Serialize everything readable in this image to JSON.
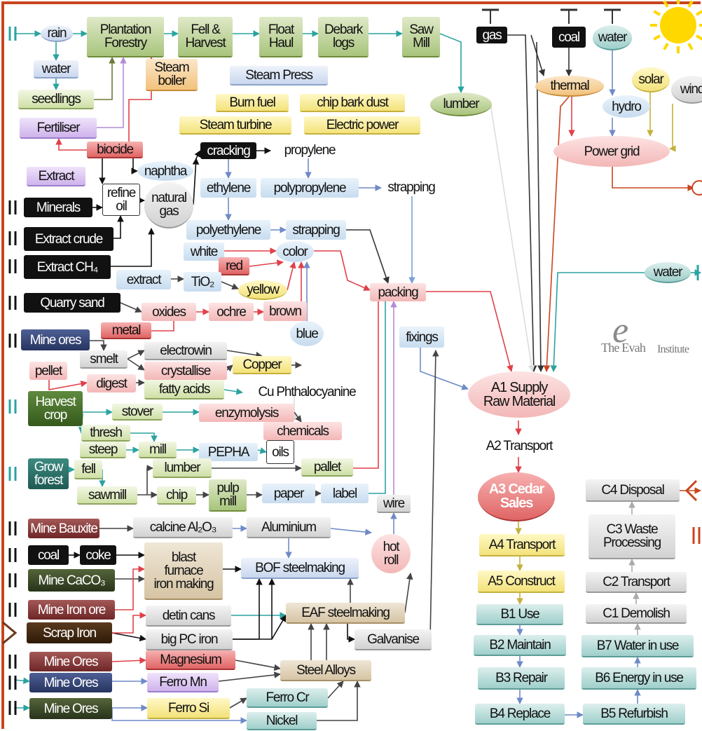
{
  "colors": {
    "frame": "#c8451e",
    "sun": "#ffd800",
    "edge": "#2aa3a0"
  },
  "watermark": {
    "letter": "e",
    "line1": "The Evah",
    "line2": "Institute"
  },
  "nodes": [
    {
      "id": "rain",
      "text": "rain",
      "name": "rain-node",
      "style": "bl ov"
    },
    {
      "id": "plantation",
      "text": "Plantation\nForestry",
      "name": "plantation-forestry-node",
      "style": "gd"
    },
    {
      "id": "fell",
      "text": "Fell &\nHarvest",
      "name": "fell-harvest-node",
      "style": "gd"
    },
    {
      "id": "float",
      "text": "Float\nHaul",
      "name": "float-haul-node",
      "style": "gd"
    },
    {
      "id": "debark",
      "text": "Debark\nlogs",
      "name": "debark-logs-node",
      "style": "gd"
    },
    {
      "id": "saw",
      "text": "Saw\nMill",
      "name": "saw-mill-node",
      "style": "gd"
    },
    {
      "id": "water1",
      "text": "water",
      "name": "water-node",
      "style": "bl"
    },
    {
      "id": "steamboiler",
      "text": "Steam\nboiler",
      "name": "steam-boiler-node",
      "style": "or"
    },
    {
      "id": "steampress",
      "text": "Steam Press",
      "name": "steam-press-node",
      "style": "bl"
    },
    {
      "id": "seedlings",
      "text": "seedlings",
      "name": "seedlings-node",
      "style": "g"
    },
    {
      "id": "burnfuel",
      "text": "Burn fuel",
      "name": "burn-fuel-node",
      "style": "ye"
    },
    {
      "id": "chipbark",
      "text": "chip bark dust",
      "name": "chip-bark-dust-node",
      "style": "ye"
    },
    {
      "id": "lumber1",
      "text": "lumber",
      "name": "lumber-node",
      "style": "gd ov"
    },
    {
      "id": "fertiliser",
      "text": "Fertiliser",
      "name": "fertiliser-node",
      "style": "pu"
    },
    {
      "id": "steamturbine",
      "text": "Steam turbine",
      "name": "steam-turbine-node",
      "style": "ye"
    },
    {
      "id": "electric",
      "text": "Electric power",
      "name": "electric-power-node",
      "style": "ye"
    },
    {
      "id": "biocide",
      "text": "biocide",
      "name": "biocide-node",
      "style": "rd"
    },
    {
      "id": "cracking",
      "text": "cracking",
      "name": "cracking-node",
      "style": "bk"
    },
    {
      "id": "propylene",
      "text": "propylene",
      "name": "propylene-node",
      "style": ""
    },
    {
      "id": "naphtha",
      "text": "naphtha",
      "name": "naphtha-node",
      "style": "lb ov"
    },
    {
      "id": "extract1",
      "text": "Extract",
      "name": "extract-node",
      "style": "pu"
    },
    {
      "id": "refineoil",
      "text": "refine\noil",
      "name": "refine-oil-node",
      "style": "box"
    },
    {
      "id": "naturalgas",
      "text": "natural\ngas",
      "name": "natural-gas-node",
      "style": "gr ov"
    },
    {
      "id": "ethylene",
      "text": "ethylene",
      "name": "ethylene-node",
      "style": "lb"
    },
    {
      "id": "polypropylene",
      "text": "polypropylene",
      "name": "polypropylene-node",
      "style": "lb"
    },
    {
      "id": "strapping1",
      "text": "strapping",
      "name": "strapping-node",
      "style": ""
    },
    {
      "id": "minerals",
      "text": "Minerals",
      "name": "minerals-node",
      "style": "bk"
    },
    {
      "id": "polyethylene",
      "text": "polyethylene",
      "name": "polyethylene-node",
      "style": "lb"
    },
    {
      "id": "strapping2",
      "text": "strapping",
      "name": "strapping-node",
      "style": "lb"
    },
    {
      "id": "extractcrude",
      "text": "Extract crude",
      "name": "extract-crude-node",
      "style": "bk"
    },
    {
      "id": "white",
      "text": "white",
      "name": "white-node",
      "style": "lb"
    },
    {
      "id": "color",
      "text": "color",
      "name": "color-node",
      "style": "lb ov"
    },
    {
      "id": "extractch4",
      "text": "Extract CH₄",
      "name": "extract-ch4-node",
      "style": "bk"
    },
    {
      "id": "red",
      "text": "red",
      "name": "red-node",
      "style": "rd"
    },
    {
      "id": "extract2",
      "text": "extract",
      "name": "extract-node",
      "style": "lb"
    },
    {
      "id": "tio2",
      "text": "TiO₂",
      "name": "tio2-node",
      "style": "lb"
    },
    {
      "id": "yellow",
      "text": "yellow",
      "name": "yellow-node",
      "style": "ye ov"
    },
    {
      "id": "packing",
      "text": "packing",
      "name": "packing-node",
      "style": "pk"
    },
    {
      "id": "quarrysand",
      "text": "Quarry sand",
      "name": "quarry-sand-node",
      "style": "bk"
    },
    {
      "id": "oxides",
      "text": "oxides",
      "name": "oxides-node",
      "style": "pk"
    },
    {
      "id": "ochre",
      "text": "ochre",
      "name": "ochre-node",
      "style": "pk"
    },
    {
      "id": "brown",
      "text": "brown",
      "name": "brown-node",
      "style": "pk"
    },
    {
      "id": "blue",
      "text": "blue",
      "name": "blue-node",
      "style": "lb ov"
    },
    {
      "id": "metal",
      "text": "metal",
      "name": "metal-node",
      "style": "rd"
    },
    {
      "id": "mineores",
      "text": "Mine ores",
      "name": "mine-ores-node",
      "style": "mn"
    },
    {
      "id": "fixings",
      "text": "fixings",
      "name": "fixings-node",
      "style": "lb"
    },
    {
      "id": "smelt",
      "text": "smelt",
      "name": "smelt-node",
      "style": "gr"
    },
    {
      "id": "electrowin",
      "text": "electrowin",
      "name": "electrowin-node",
      "style": "gr"
    },
    {
      "id": "pellet",
      "text": "pellet",
      "name": "pellet-node",
      "style": "pk"
    },
    {
      "id": "crystallise",
      "text": "crystallise",
      "name": "crystallise-node",
      "style": "pk"
    },
    {
      "id": "copper",
      "text": "Copper",
      "name": "copper-node",
      "style": "ye"
    },
    {
      "id": "digest",
      "text": "digest",
      "name": "digest-node",
      "style": "pk"
    },
    {
      "id": "fattyacids",
      "text": "fatty acids",
      "name": "fatty-acids-node",
      "style": "g"
    },
    {
      "id": "cuphthalo",
      "text": "Cu Phthalocyanine",
      "name": "cu-phthalocyanine-node",
      "style": ""
    },
    {
      "id": "harvestcrop",
      "text": "Harvest\ncrop",
      "name": "harvest-crop-node",
      "style": "dg"
    },
    {
      "id": "stover",
      "text": "stover",
      "name": "stover-node",
      "style": "g"
    },
    {
      "id": "enzymolysis",
      "text": "enzymolysis",
      "name": "enzymolysis-node",
      "style": "pk"
    },
    {
      "id": "thresh",
      "text": "thresh",
      "name": "thresh-node",
      "style": "g"
    },
    {
      "id": "chemicals",
      "text": "chemicals",
      "name": "chemicals-node",
      "style": "pk"
    },
    {
      "id": "steep",
      "text": "steep",
      "name": "steep-node",
      "style": "g"
    },
    {
      "id": "mill1",
      "text": "mill",
      "name": "mill-node",
      "style": "g"
    },
    {
      "id": "pepha",
      "text": "PEPHA",
      "name": "pepha-node",
      "style": "lb"
    },
    {
      "id": "oils",
      "text": "oils",
      "name": "oils-node",
      "style": "box"
    },
    {
      "id": "growforest",
      "text": "Grow\nforest",
      "name": "grow-forest-node",
      "style": "dt"
    },
    {
      "id": "fell2",
      "text": "fell",
      "name": "fell-node",
      "style": "g"
    },
    {
      "id": "lumber2",
      "text": "lumber",
      "name": "lumber-node",
      "style": "g"
    },
    {
      "id": "pallet",
      "text": "pallet",
      "name": "pallet-node",
      "style": "g"
    },
    {
      "id": "sawmill",
      "text": "sawmill",
      "name": "sawmill-node",
      "style": "g"
    },
    {
      "id": "chip",
      "text": "chip",
      "name": "chip-node",
      "style": "g"
    },
    {
      "id": "pulpmill",
      "text": "pulp\nmill",
      "name": "pulp-mill-node",
      "style": "gd"
    },
    {
      "id": "paper",
      "text": "paper",
      "name": "paper-node",
      "style": "lb"
    },
    {
      "id": "label",
      "text": "label",
      "name": "label-node",
      "style": "lb"
    },
    {
      "id": "wire",
      "text": "wire",
      "name": "wire-node",
      "style": "gr"
    },
    {
      "id": "minebauxite",
      "text": "Mine Bauxite",
      "name": "mine-bauxite-node",
      "style": "mr"
    },
    {
      "id": "calcine",
      "text": "calcine Al₂O₃",
      "name": "calcine-alumina-node",
      "style": "gr"
    },
    {
      "id": "aluminium",
      "text": "Aluminium",
      "name": "aluminium-node",
      "style": "gr"
    },
    {
      "id": "hotroll",
      "text": "hot\nroll",
      "name": "hot-roll-node",
      "style": "pk ov"
    },
    {
      "id": "coal2",
      "text": "coal",
      "name": "coal-node",
      "style": "bk"
    },
    {
      "id": "coke",
      "text": "coke",
      "name": "coke-node",
      "style": "bk"
    },
    {
      "id": "blastfurnace",
      "text": "blast\nfurnace\niron making",
      "name": "blast-furnace-node",
      "style": "tn"
    },
    {
      "id": "bof",
      "text": "BOF steelmaking",
      "name": "bof-steelmaking-node",
      "style": "bl"
    },
    {
      "id": "minecaco3",
      "text": "Mine CaCO₃",
      "name": "mine-caco3-node",
      "style": "ol"
    },
    {
      "id": "mineironore",
      "text": "Mine Iron ore",
      "name": "mine-iron-ore-node",
      "style": "mr"
    },
    {
      "id": "detincans",
      "text": "detin cans",
      "name": "detin-cans-node",
      "style": "gr"
    },
    {
      "id": "eaf",
      "text": "EAF steelmaking",
      "name": "eaf-steelmaking-node",
      "style": "tn"
    },
    {
      "id": "scrapiron",
      "text": "Scrap Iron",
      "name": "scrap-iron-node",
      "style": "st"
    },
    {
      "id": "bigpciron",
      "text": "big PC iron",
      "name": "big-pc-iron-node",
      "style": "gr"
    },
    {
      "id": "galvanise",
      "text": "Galvanise",
      "name": "galvanise-node",
      "style": "gr"
    },
    {
      "id": "mineores1",
      "text": "Mine Ores",
      "name": "mine-ores-node",
      "style": "mr"
    },
    {
      "id": "magnesium",
      "text": "Magnesium",
      "name": "magnesium-node",
      "style": "rd"
    },
    {
      "id": "steelalloys",
      "text": "Steel Alloys",
      "name": "steel-alloys-node",
      "style": "tn"
    },
    {
      "id": "mineores2",
      "text": "Mine Ores",
      "name": "mine-ores-node",
      "style": "mn"
    },
    {
      "id": "ferromn",
      "text": "Ferro Mn",
      "name": "ferro-mn-node",
      "style": "pu"
    },
    {
      "id": "mineores3",
      "text": "Mine Ores",
      "name": "mine-ores-node",
      "style": "ol"
    },
    {
      "id": "ferrosi",
      "text": "Ferro Si",
      "name": "ferro-si-node",
      "style": "ye"
    },
    {
      "id": "ferrocr",
      "text": "Ferro Cr",
      "name": "ferro-cr-node",
      "style": "tl"
    },
    {
      "id": "nickel",
      "text": "Nickel",
      "name": "nickel-node",
      "style": "tl"
    },
    {
      "id": "gas",
      "text": "gas",
      "name": "gas-node",
      "style": "bk"
    },
    {
      "id": "coal1",
      "text": "coal",
      "name": "coal-node",
      "style": "bk"
    },
    {
      "id": "water2",
      "text": "water",
      "name": "water-node",
      "style": "tl ov"
    },
    {
      "id": "thermal",
      "text": "thermal",
      "name": "thermal-node",
      "style": "or ov"
    },
    {
      "id": "solar",
      "text": "solar",
      "name": "solar-node",
      "style": "ye ov"
    },
    {
      "id": "wind",
      "text": "wind",
      "name": "wind-node",
      "style": "gr ov"
    },
    {
      "id": "hydro",
      "text": "hydro",
      "name": "hydro-node",
      "style": "lb ov"
    },
    {
      "id": "powergrid",
      "text": "Power grid",
      "name": "power-grid-node",
      "style": "pk ov"
    },
    {
      "id": "water3",
      "text": "water",
      "name": "water-node",
      "style": "tl ov"
    },
    {
      "id": "a1",
      "text": "A1 Supply\nRaw Material",
      "name": "a1-supply-node",
      "style": "pk ov"
    },
    {
      "id": "a2",
      "text": "A2 Transport",
      "name": "a2-transport-node",
      "style": ""
    },
    {
      "id": "a3",
      "text": "A3 Cedar\nSales",
      "name": "a3-cedar-sales-node",
      "style": "rd ov"
    },
    {
      "id": "a4",
      "text": "A4 Transport",
      "name": "a4-transport-node",
      "style": "ye"
    },
    {
      "id": "a5",
      "text": "A5 Construct",
      "name": "a5-construct-node",
      "style": "ye"
    },
    {
      "id": "b1",
      "text": "B1 Use",
      "name": "b1-use-node",
      "style": "tl"
    },
    {
      "id": "b2",
      "text": "B2 Maintain",
      "name": "b2-maintain-node",
      "style": "tl"
    },
    {
      "id": "b3",
      "text": "B3 Repair",
      "name": "b3-repair-node",
      "style": "tl"
    },
    {
      "id": "b4",
      "text": "B4 Replace",
      "name": "b4-replace-node",
      "style": "tl"
    },
    {
      "id": "b5",
      "text": "B5 Refurbish",
      "name": "b5-refurbish-node",
      "style": "tl"
    },
    {
      "id": "b6",
      "text": "B6 Energy in use",
      "name": "b6-energy-node",
      "style": "tl"
    },
    {
      "id": "b7",
      "text": "B7 Water in use",
      "name": "b7-water-node",
      "style": "tl"
    },
    {
      "id": "c1",
      "text": "C1 Demolish",
      "name": "c1-demolish-node",
      "style": "gr"
    },
    {
      "id": "c2",
      "text": "C2 Transport",
      "name": "c2-transport-node",
      "style": "gr"
    },
    {
      "id": "c3",
      "text": "C3 Waste\nProcessing",
      "name": "c3-waste-node",
      "style": "gr"
    },
    {
      "id": "c4",
      "text": "C4 Disposal",
      "name": "c4-disposal-node",
      "style": "gr"
    }
  ]
}
